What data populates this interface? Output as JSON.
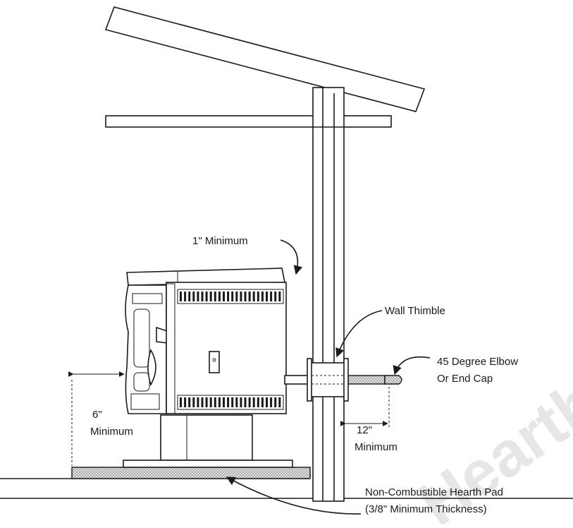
{
  "labels": {
    "one_inch_min": "1\" Minimum",
    "wall_thimble": "Wall Thimble",
    "elbow_line1": "45 Degree Elbow",
    "elbow_line2": "Or End Cap",
    "six_inch": "6\"",
    "six_min": "Minimum",
    "twelve_inch": "12\"",
    "twelve_min": "Minimum",
    "hearth_line1": "Non-Combustible Hearth Pad",
    "hearth_line2": "(3/8\" Minimum Thickness)"
  },
  "colors": {
    "ink": "#1a1a1a",
    "hearth_fill": "#cfcfcf",
    "watermark": "#e6e6e6"
  }
}
